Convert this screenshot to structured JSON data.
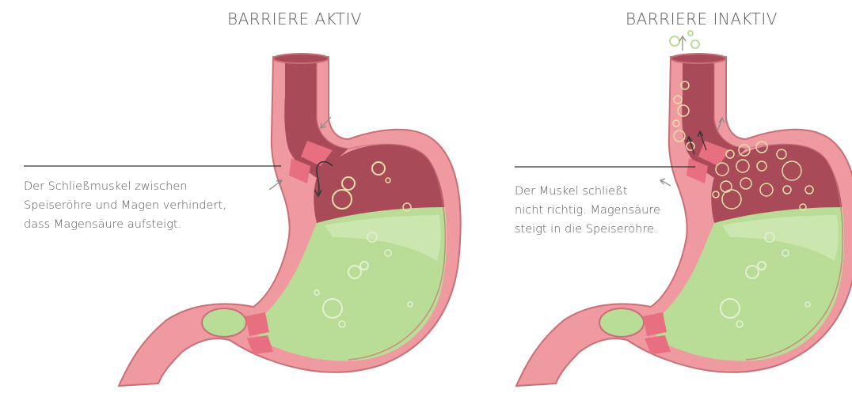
{
  "panels": [
    {
      "title": "BARRIERE AKTIV",
      "caption_lines": [
        "Der Schließmuskel zwischen",
        "Speiseröhre und Magen verhindert,",
        "dass Magensäure aufsteigt."
      ]
    },
    {
      "title": "BARRIERE INAKTIV",
      "caption_lines": [
        "Der Muskel schließt",
        "nicht richtig. Magensäure",
        "steigt in die Speiseröhre."
      ]
    }
  ],
  "colors": {
    "wall": "#ee9aa0",
    "wall_outline": "#c96f78",
    "inner_dark": "#a84a58",
    "acid": "#b9dc96",
    "acid_light": "#d3eab8",
    "sphincter": "#e76f80",
    "line": "#333333"
  }
}
